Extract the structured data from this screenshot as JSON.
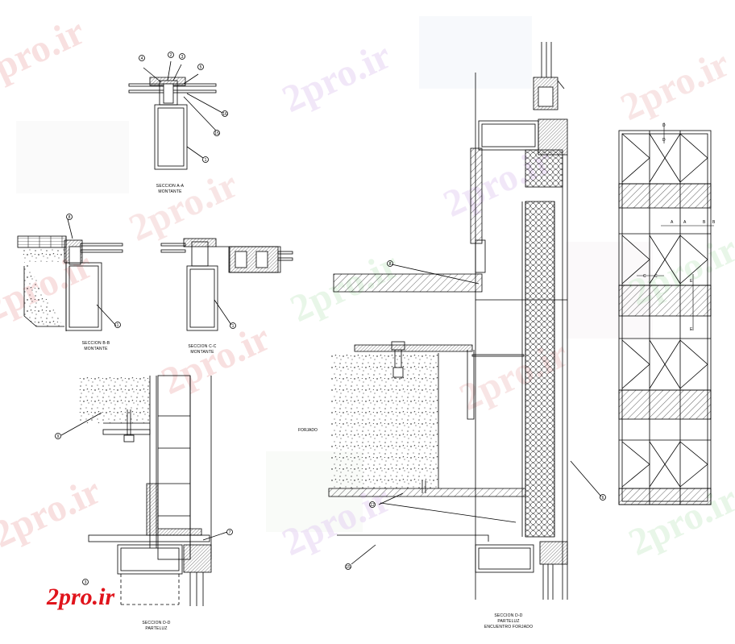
{
  "watermark": {
    "text": "2pro.ir",
    "color": "#f2c6c6"
  },
  "brand": {
    "text": "2pro.ir",
    "color": "#e0141c"
  },
  "sections": {
    "aa": {
      "title": "SECCION A-A",
      "subtitle": "MONTANTE"
    },
    "bb": {
      "title": "SECCION B-B",
      "subtitle": "MONTANTE"
    },
    "cc": {
      "title": "SECCION C-C",
      "subtitle": "MONTANTE"
    },
    "d0": {
      "title": "SECCION D-D",
      "subtitle": "PARTELUZ"
    },
    "dd": {
      "title": "SECCION D-D",
      "subtitle": "PARTELUZ",
      "subtitle2": "ENCUENTRO FORJADO"
    }
  },
  "labels": {
    "forjado": "FORJADO"
  },
  "callouts": [
    "4",
    "2",
    "3",
    "5",
    "16",
    "15",
    "1",
    "8",
    "1",
    "1",
    "9",
    "7",
    "3",
    "8",
    "12",
    "6",
    "15"
  ],
  "elevation_tags": [
    "D",
    "D",
    "A",
    "A",
    "B",
    "B",
    "C",
    "C",
    "E",
    "E"
  ]
}
